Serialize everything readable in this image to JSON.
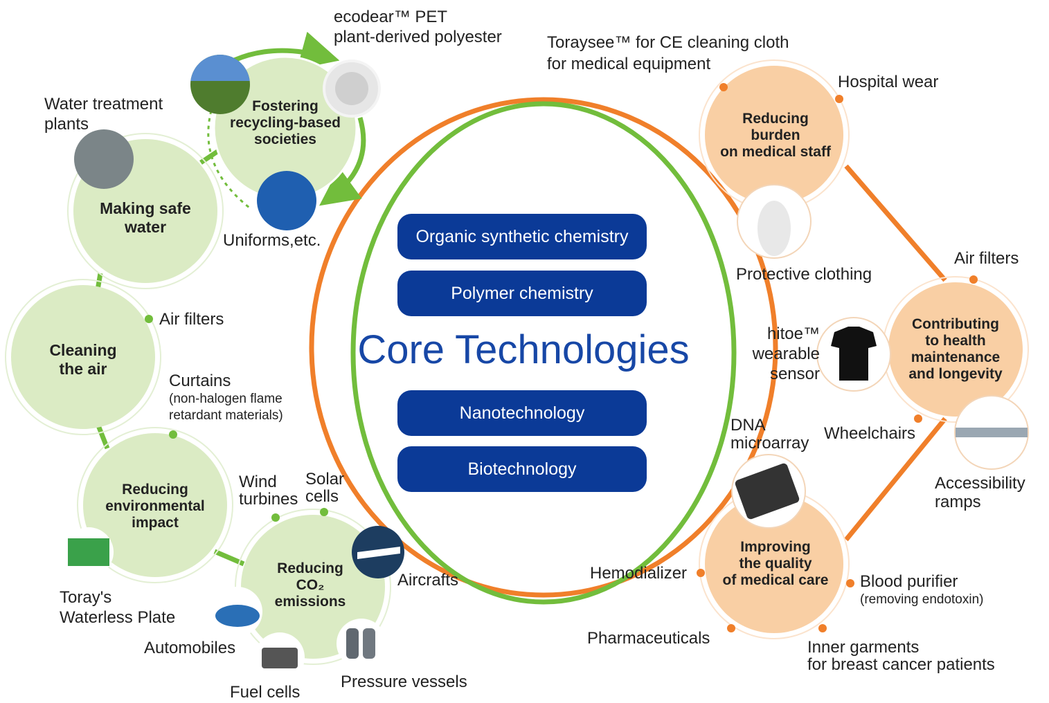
{
  "colors": {
    "green": "#72bd3c",
    "green_fill": "#dbebc4",
    "orange": "#f07f2a",
    "orange_fill": "#f9cfa4",
    "navy": "#0b3a97",
    "title_blue": "#1747a6"
  },
  "core": {
    "title": "Core Technologies",
    "technologies": [
      "Organic synthetic chemistry",
      "Polymer chemistry",
      "Nanotechnology",
      "Biotechnology"
    ]
  },
  "green_cycle": {
    "fostering": {
      "line1": "Fostering",
      "line2": "recycling-based",
      "line3": "societies"
    },
    "safe_water": {
      "line1": "Making safe",
      "line2": "water"
    },
    "clean_air": {
      "line1": "Cleaning",
      "line2": "the air"
    },
    "env_impact": {
      "line1": "Reducing",
      "line2": "environmental",
      "line3": "impact"
    },
    "co2": {
      "line1": "Reducing",
      "line2": "CO₂",
      "line3": "emissions"
    }
  },
  "orange_cycle": {
    "medical_staff": {
      "line1": "Reducing",
      "line2": "burden",
      "line3": "on medical staff"
    },
    "health": {
      "line1": "Contributing",
      "line2": "to health",
      "line3": "maintenance",
      "line4": "and longevity"
    },
    "medical_care": {
      "line1": "Improving",
      "line2": "the quality",
      "line3": "of medical care"
    }
  },
  "labels": {
    "ecodear_1": "ecodear™ PET",
    "ecodear_2": "plant-derived polyester",
    "uniforms": "Uniforms,etc.",
    "water_plants_1": "Water treatment",
    "water_plants_2": "plants",
    "air_filters_left": "Air filters",
    "curtains_1": "Curtains",
    "curtains_2": "(non-halogen flame",
    "curtains_3": "retardant materials)",
    "waterless_1": "Toray's",
    "waterless_2": "Waterless Plate",
    "wind_1": "Wind",
    "wind_2": "turbines",
    "solar_1": "Solar",
    "solar_2": "cells",
    "aircrafts": "Aircrafts",
    "automobiles": "Automobiles",
    "fuel_cells": "Fuel cells",
    "pressure_vessels": "Pressure vessels",
    "toraysee_1": "Toraysee™ for CE cleaning cloth",
    "toraysee_2": "for medical equipment",
    "hospital_wear": "Hospital wear",
    "protective": "Protective clothing",
    "air_filters_right": "Air filters",
    "hitoe_1": "hitoe™",
    "hitoe_2": "wearable",
    "hitoe_3": "sensor",
    "wheelchairs": "Wheelchairs",
    "ramps_1": "Accessibility",
    "ramps_2": "ramps",
    "dna_1": "DNA",
    "dna_2": "microarray",
    "hemodializer": "Hemodializer",
    "blood_1": "Blood purifier",
    "blood_2": "(removing endotoxin)",
    "pharma": "Pharmaceuticals",
    "inner_1": "Inner garments",
    "inner_2": "for breast cancer patients"
  }
}
